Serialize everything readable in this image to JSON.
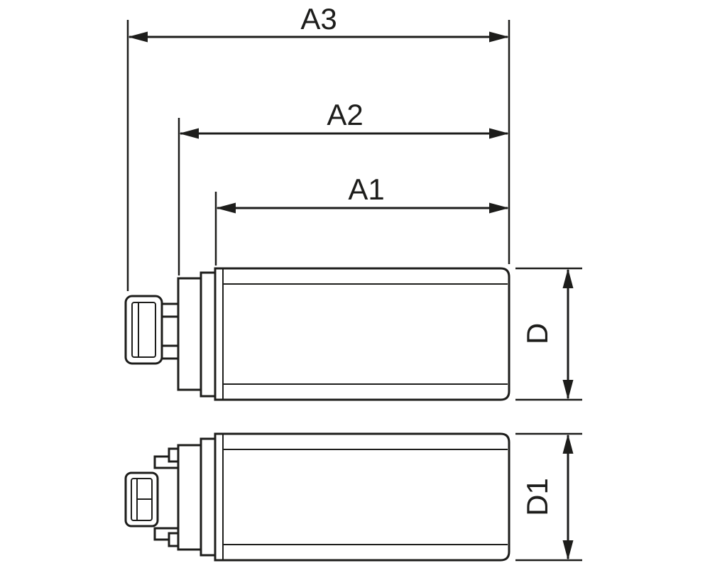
{
  "diagram": {
    "line_color": "#1d1d1b",
    "background_color": "#ffffff",
    "labels": {
      "a3": "A3",
      "a2": "A2",
      "a1": "A1",
      "d": "D",
      "d1": "D1"
    }
  }
}
